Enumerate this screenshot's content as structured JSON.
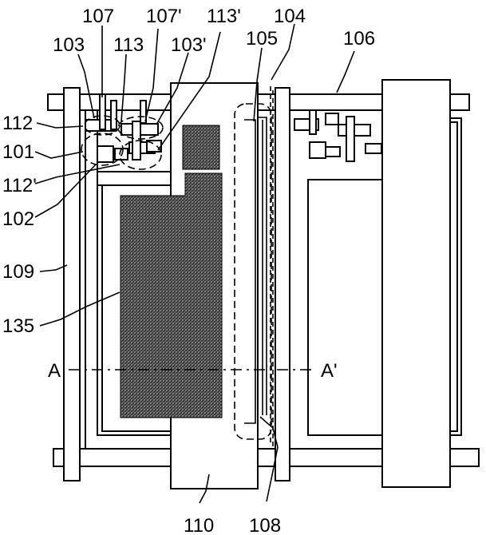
{
  "labels": {
    "l107": "107",
    "l107p": "107'",
    "l113p": "113'",
    "l104": "104",
    "l103": "103",
    "l113": "113",
    "l103p": "103'",
    "l105": "105",
    "l106": "106",
    "l112": "112",
    "l101": "101",
    "l112p": "112'",
    "l102": "102",
    "l109": "109",
    "l135": "135",
    "lA": "A",
    "lAp": "A'",
    "l110": "110",
    "l108": "108"
  },
  "colors": {
    "line": "#000000",
    "background": "#ffffff",
    "hatch": "#555555"
  }
}
